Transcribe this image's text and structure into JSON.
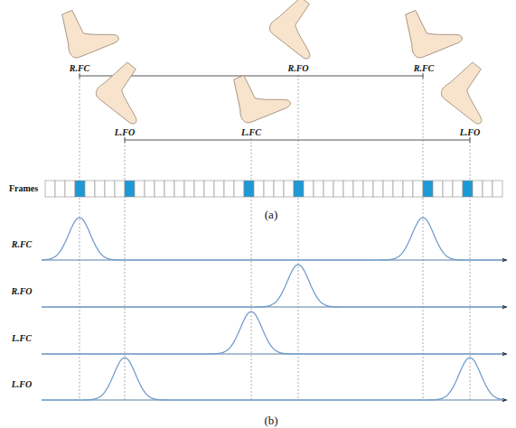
{
  "diagram": {
    "labels": [
      "R.FC",
      "R.FO",
      "R.FC",
      "L.FO",
      "L.FC",
      "L.FO",
      "Frames",
      "(a)",
      "R.FC",
      "R.FO",
      "L.FC",
      "L.FO",
      "(b)"
    ]
  }
}
